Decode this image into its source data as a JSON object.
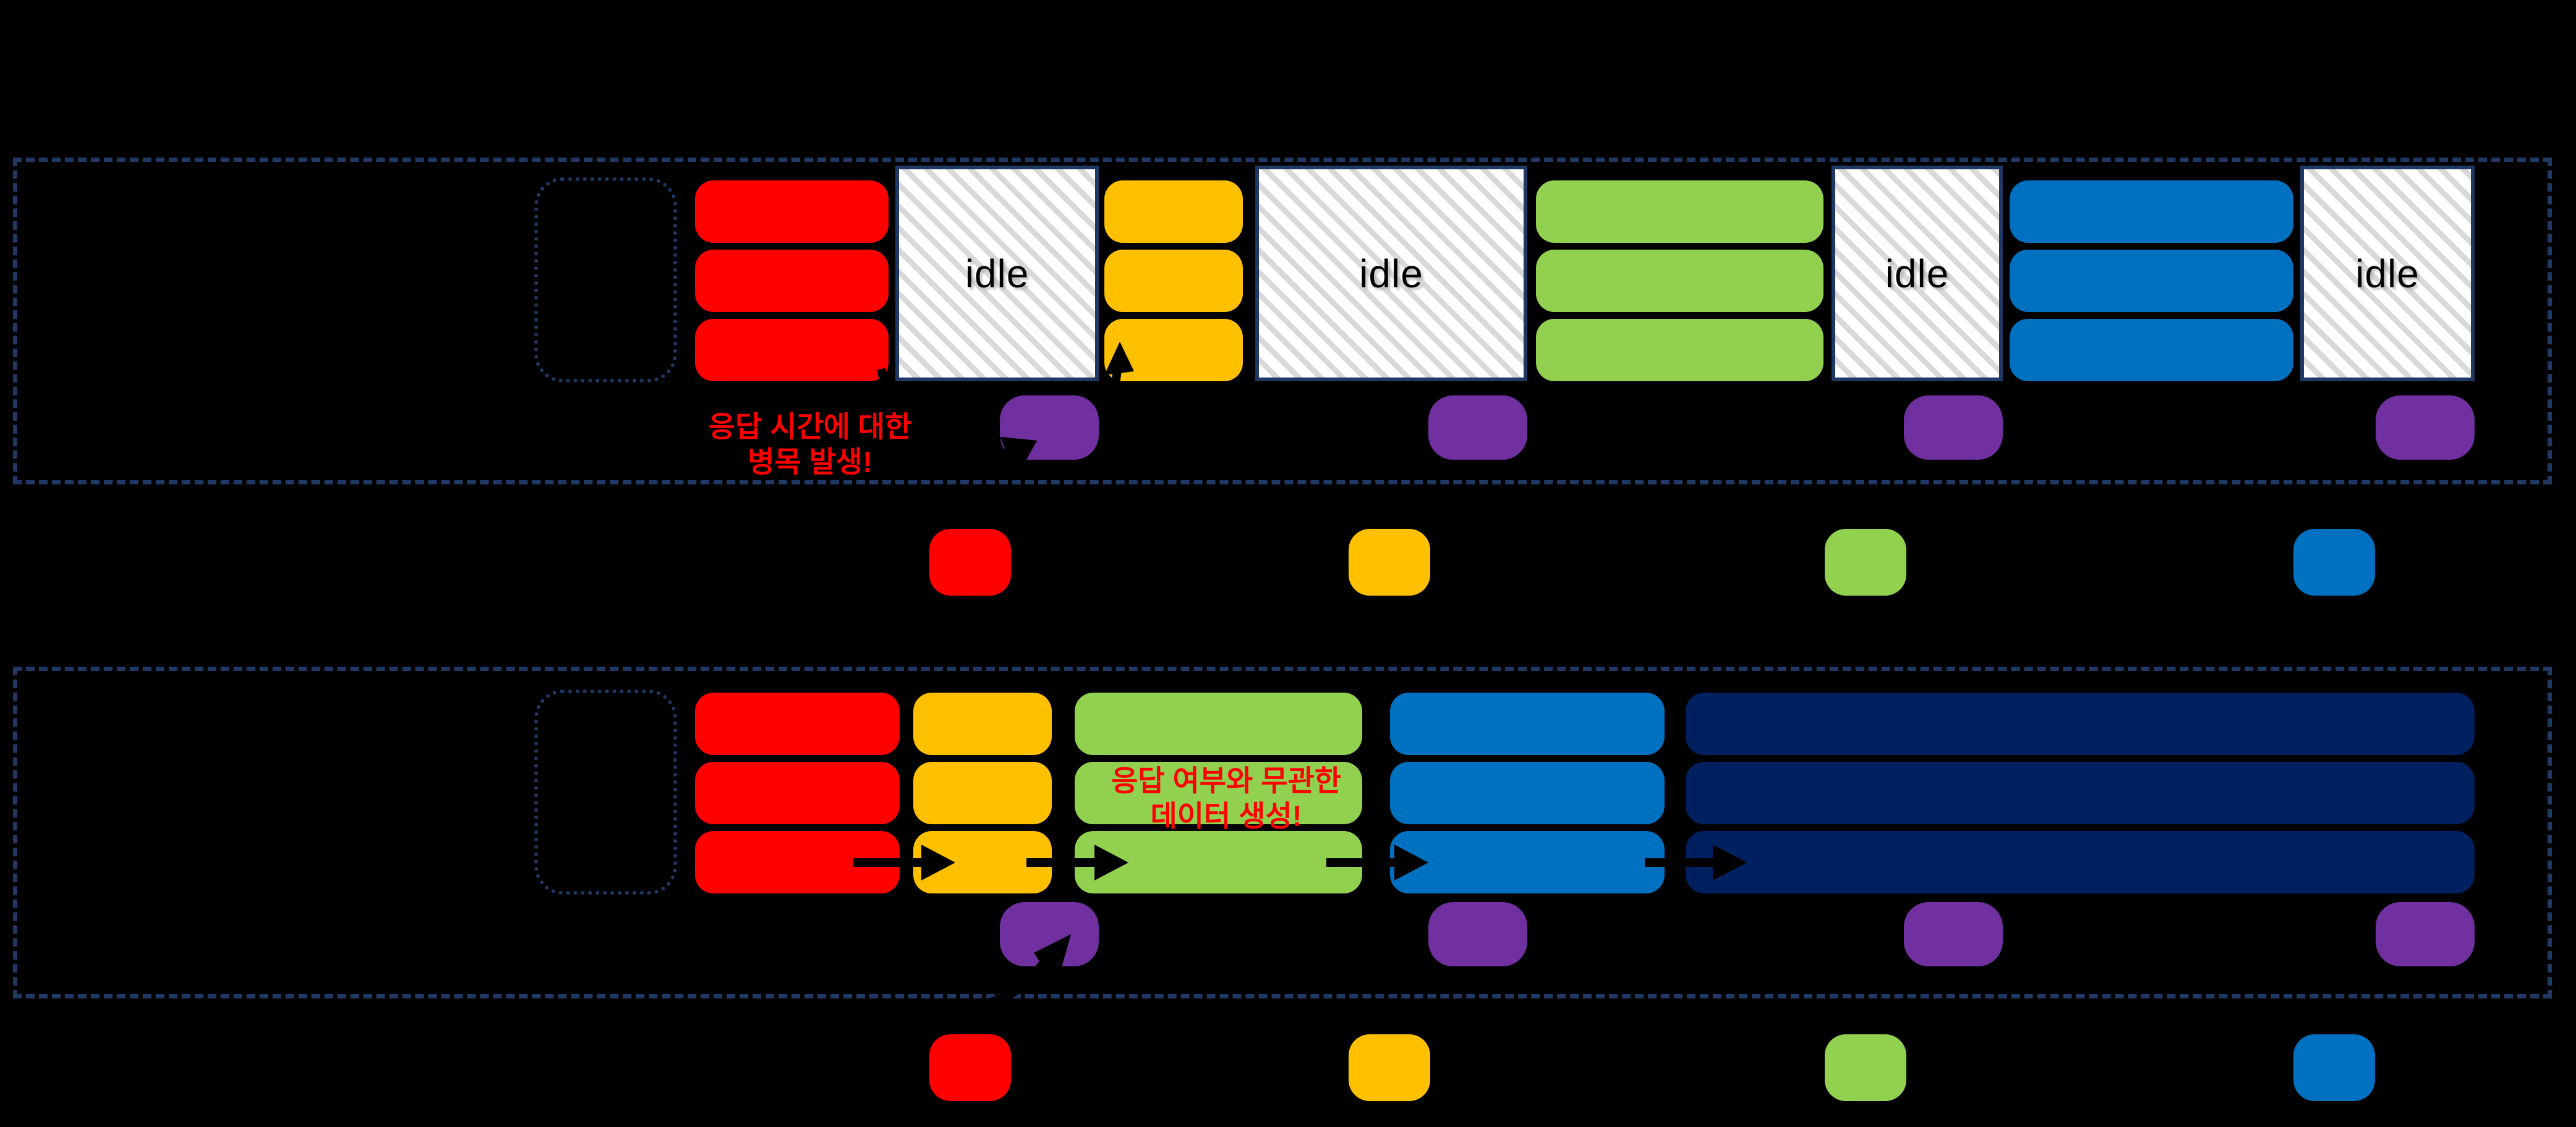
{
  "palette": {
    "red": "#FF0000",
    "yellow": "#FFC000",
    "green": "#92D050",
    "blue": "#0070C0",
    "navy": "#002060",
    "purple": "#7030A0",
    "border_navy": "#1F3864",
    "hatch_bg": "#FFFFFF",
    "hatch_stripe": "#D9D9D9",
    "annotation_red": "#FF0000",
    "arrow_black": "#000000",
    "background": "#000000"
  },
  "top_panel": {
    "idle_label": "idle",
    "idle_box_count": 4,
    "bar_groups": [
      {
        "color": "red",
        "count": 3
      },
      {
        "color": "yellow",
        "count": 3
      },
      {
        "color": "green",
        "count": 3
      },
      {
        "color": "blue",
        "count": 3
      }
    ],
    "sync_marker_count": 4,
    "annotation": {
      "line1": "응답 시간에 대한",
      "line2": "병목 발생!"
    }
  },
  "bottom_panel": {
    "bar_groups": [
      {
        "color": "red",
        "count": 3
      },
      {
        "color": "yellow",
        "count": 3
      },
      {
        "color": "green",
        "count": 3
      },
      {
        "color": "blue",
        "count": 3
      },
      {
        "color": "navy",
        "count": 3
      }
    ],
    "flow_arrow_count": 4,
    "sync_marker_count": 4,
    "annotation": {
      "line1": "응답 여부와 무관한",
      "line2": "데이터 생성!"
    }
  },
  "legend": {
    "row1_chip_colors": [
      "red",
      "yellow",
      "green",
      "blue"
    ],
    "row2_chip_colors": [
      "red",
      "yellow",
      "green",
      "blue"
    ]
  }
}
